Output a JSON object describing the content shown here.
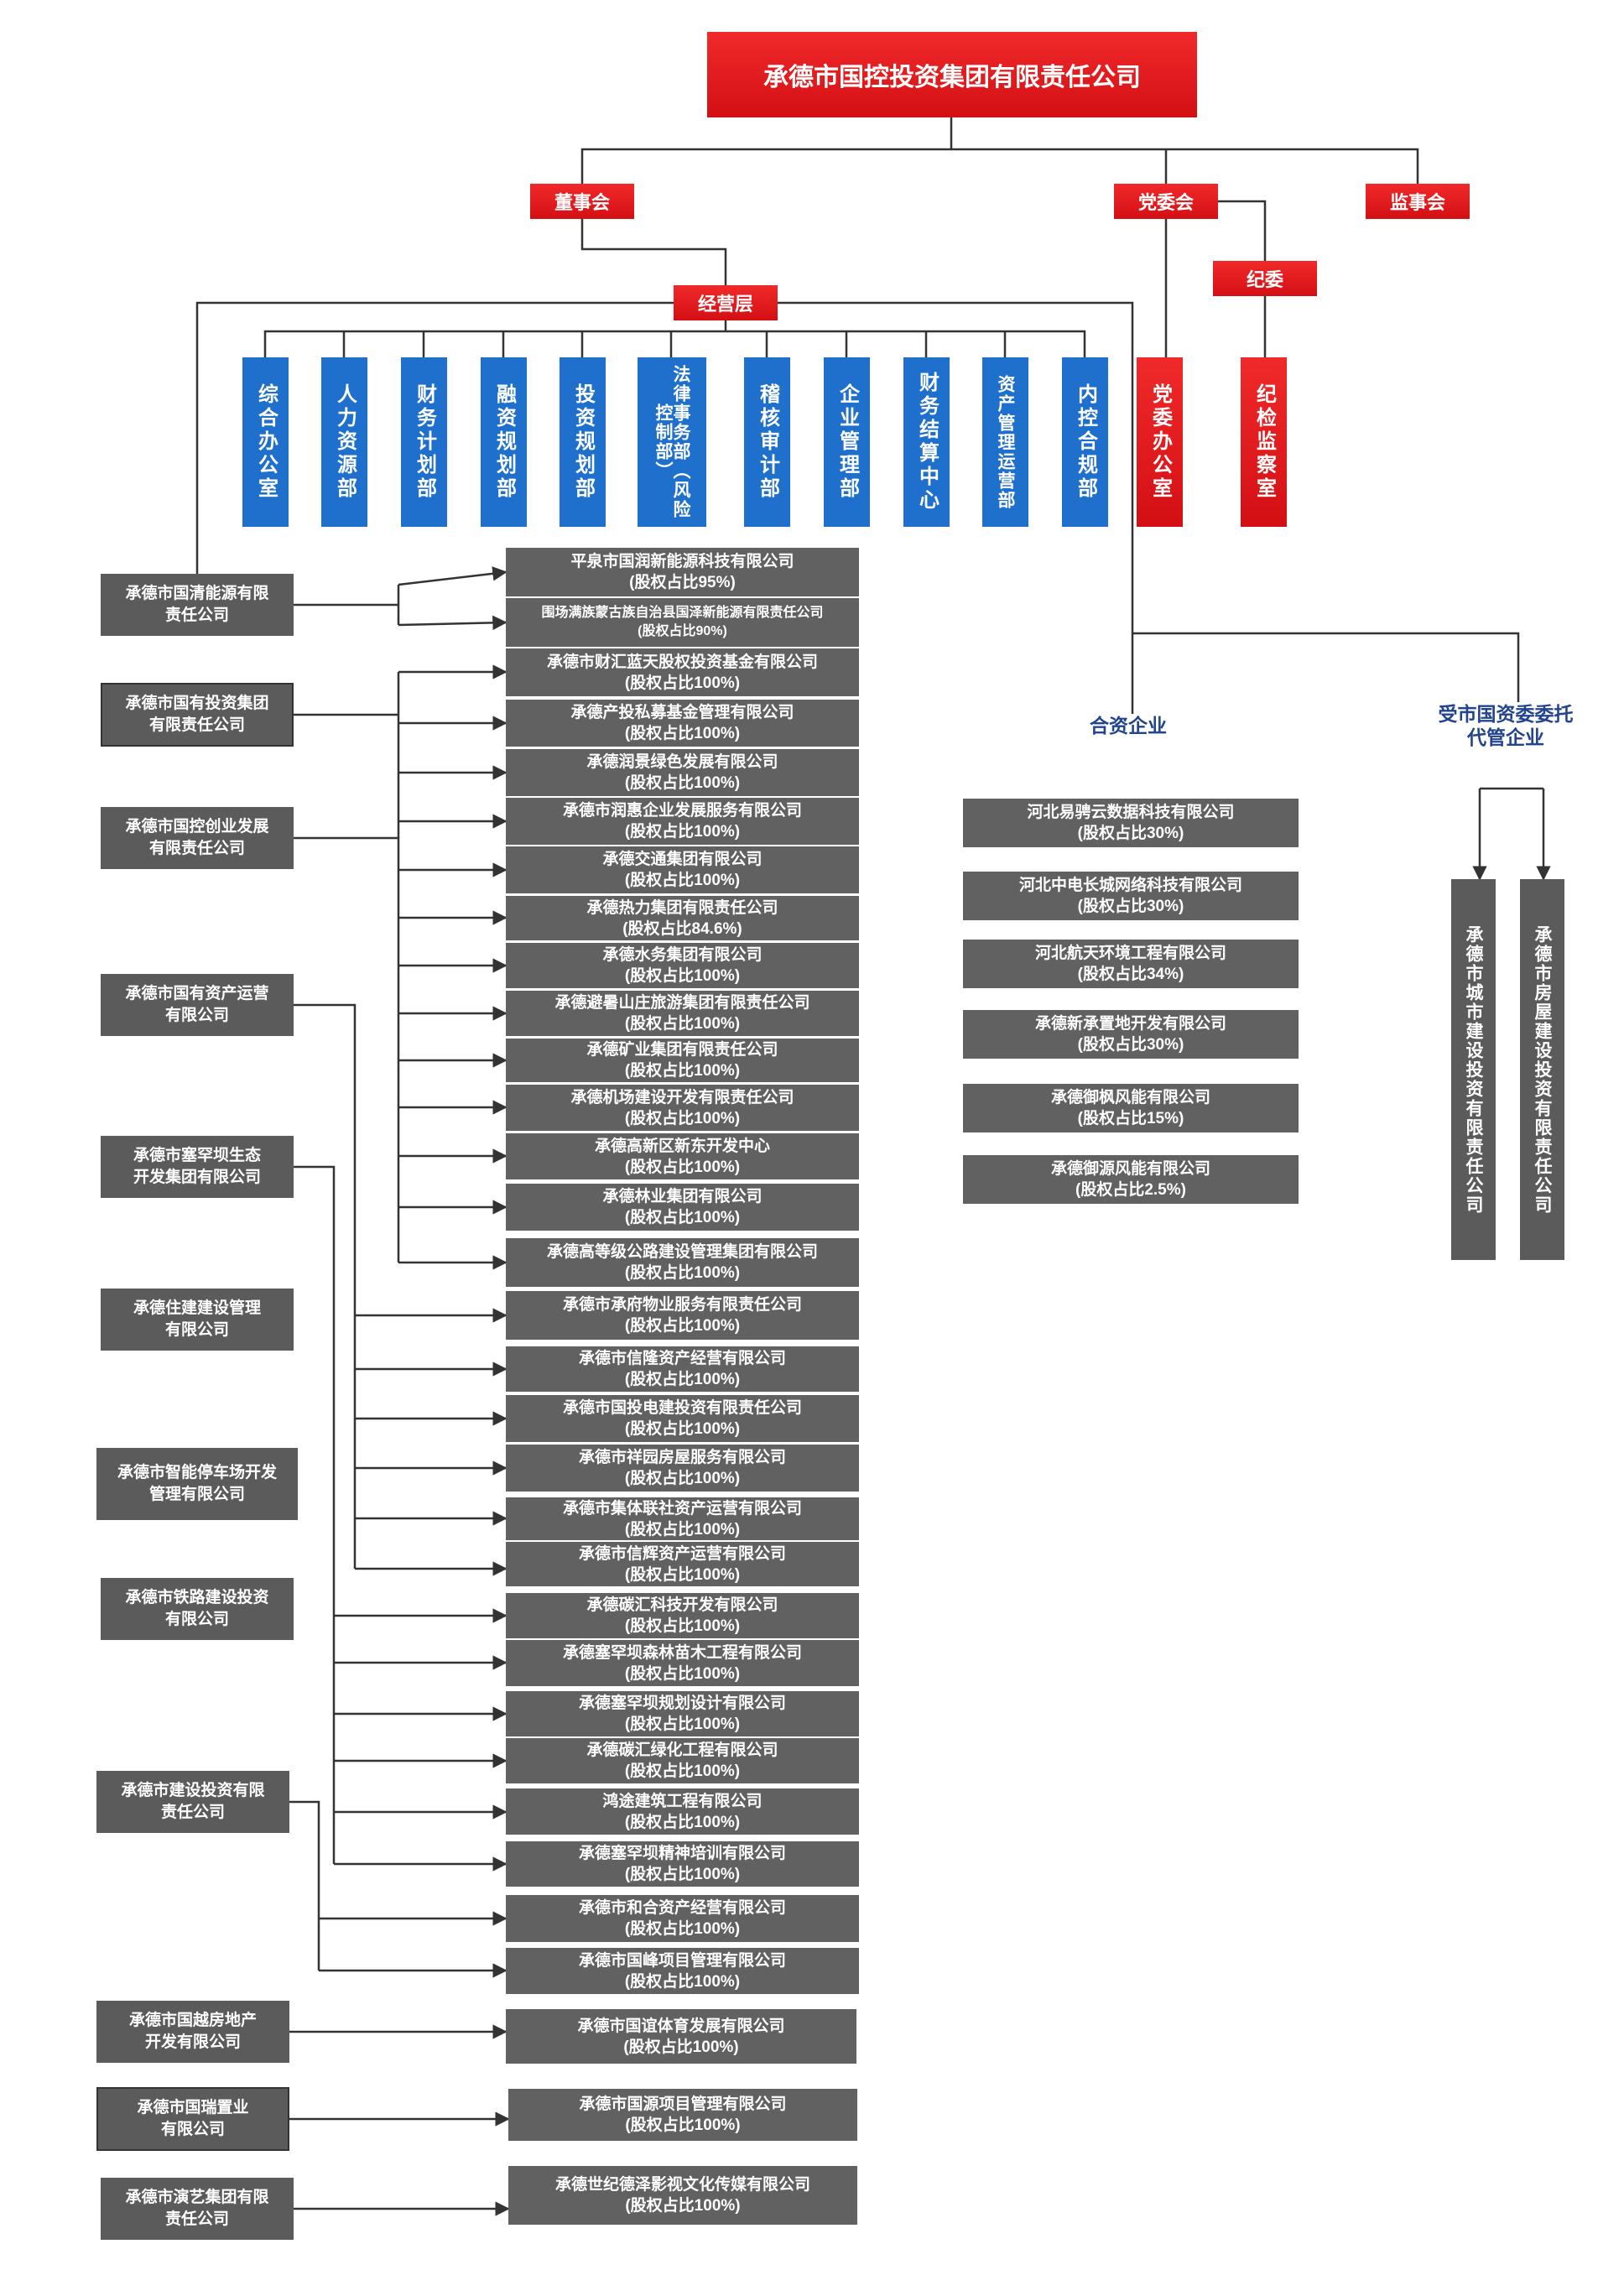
{
  "top": {
    "title": "承德市国控投资集团有限责任公司"
  },
  "governance": {
    "board": "董事会",
    "party_committee": "党委会",
    "supervisors": "监事会",
    "discipline": "纪委",
    "management": "经营层"
  },
  "departments": [
    "综合办公室",
    "人力资源部",
    "财务计划部",
    "融资规划部",
    "投资规划部",
    "法律事务部（风险控制部）",
    "稽核审计部",
    "企业管理部",
    "财务结算中心",
    "资产管理运营部",
    "内控合规部"
  ],
  "party_offices": [
    "党委办公室",
    "纪检监察室"
  ],
  "parents": [
    "承德市国清能源有限\n责任公司",
    "承德市国有投资集团\n有限责任公司",
    "承德市国控创业发展\n有限责任公司",
    "承德市国有资产运营\n有限公司",
    "承德市塞罕坝生态\n开发集团有限公司",
    "承德住建建设管理\n有限公司",
    "承德市智能停车场开发\n管理有限公司",
    "承德市铁路建设投资\n有限公司",
    "承德市建设投资有限\n责任公司",
    "承德市国越房地产\n开发有限公司",
    "承德市国瑞置业\n有限公司",
    "承德市演艺集团有限\n责任公司"
  ],
  "subsidiaries": [
    "平泉市国润新能源科技有限公司\n(股权占比95%)",
    "围场满族蒙古族自治县国泽新能源有限责任公司\n(股权占比90%)",
    "承德市财汇蓝天股权投资基金有限公司\n(股权占比100%)",
    "承德产投私募基金管理有限公司\n(股权占比100%)",
    "承德润景绿色发展有限公司\n(股权占比100%)",
    "承德市润惠企业发展服务有限公司\n(股权占比100%)",
    "承德交通集团有限公司\n(股权占比100%)",
    "承德热力集团有限责任公司\n(股权占比84.6%)",
    "承德水务集团有限公司\n(股权占比100%)",
    "承德避暑山庄旅游集团有限责任公司\n(股权占比100%)",
    "承德矿业集团有限责任公司\n(股权占比100%)",
    "承德机场建设开发有限责任公司\n(股权占比100%)",
    "承德高新区新东开发中心\n(股权占比100%)",
    "承德林业集团有限公司\n(股权占比100%)",
    "承德高等级公路建设管理集团有限公司\n(股权占比100%)",
    "承德市承府物业服务有限责任公司\n(股权占比100%)",
    "承德市信隆资产经营有限公司\n(股权占比100%)",
    "承德市国投电建投资有限责任公司\n(股权占比100%)",
    "承德市祥园房屋服务有限公司\n(股权占比100%)",
    "承德市集体联社资产运营有限公司\n(股权占比100%)",
    "承德市信辉资产运营有限公司\n(股权占比100%)",
    "承德碳汇科技开发有限公司\n(股权占比100%)",
    "承德塞罕坝森林苗木工程有限公司\n(股权占比100%)",
    "承德塞罕坝规划设计有限公司\n(股权占比100%)",
    "承德碳汇绿化工程有限公司\n(股权占比100%)",
    "鸿途建筑工程有限公司\n(股权占比100%)",
    "承德塞罕坝精神培训有限公司\n(股权占比100%)",
    "承德市和合资产经营有限公司\n(股权占比100%)",
    "承德市国峰项目管理有限公司\n(股权占比100%)",
    "承德市国谊体育发展有限公司\n(股权占比100%)",
    "承德市国源项目管理有限公司\n(股权占比100%)",
    "承德世纪德泽影视文化传媒有限公司\n(股权占比100%)"
  ],
  "joint": {
    "label": "合资企业",
    "items": [
      "河北易骋云数据科技有限公司\n(股权占比30%)",
      "河北中电长城网络科技有限公司\n(股权占比30%)",
      "河北航天环境工程有限公司\n(股权占比34%)",
      "承德新承置地开发有限公司\n(股权占比30%)",
      "承德御枫风能有限公司\n(股权占比15%)",
      "承德御源风能有限公司\n(股权占比2.5%)"
    ]
  },
  "entrusted": {
    "label": "受市国资委委托\n代管企业",
    "items": [
      "承德市城市建设投资有限责任公司",
      "承德市房屋建设投资有限责任公司"
    ]
  },
  "colors": {
    "red": "#e0161b",
    "blue": "#1f6fcc",
    "gray": "#5b5b5b",
    "line": "#333333",
    "section_text": "#22448f"
  }
}
